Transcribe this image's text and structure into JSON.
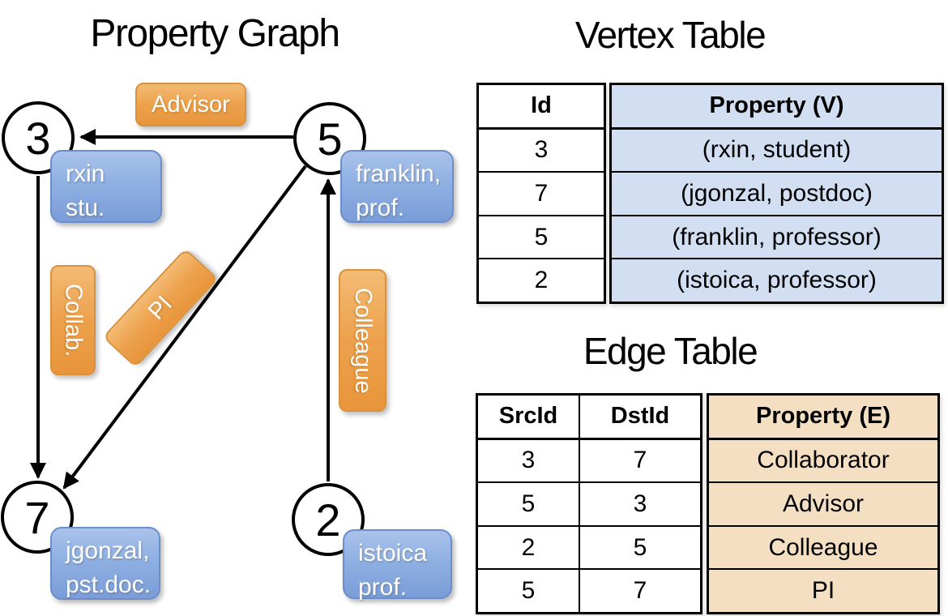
{
  "titles": {
    "graph": "Property Graph",
    "vertex_table": "Vertex Table",
    "edge_table": "Edge Table"
  },
  "graph": {
    "nodes": [
      {
        "id": "3",
        "line1": "rxin",
        "line2": "stu."
      },
      {
        "id": "5",
        "line1": "franklin,",
        "line2": "prof."
      },
      {
        "id": "7",
        "line1": "jgonzal,",
        "line2": "pst.doc."
      },
      {
        "id": "2",
        "line1": "istoica",
        "line2": "prof."
      }
    ],
    "edge_labels": {
      "advisor": "Advisor",
      "collab": "Collab.",
      "pi": "PI",
      "colleague": "Colleague"
    }
  },
  "vertex_table": {
    "headers": {
      "id": "Id",
      "property": "Property (V)"
    },
    "rows": [
      {
        "id": "3",
        "property": "(rxin, student)"
      },
      {
        "id": "7",
        "property": "(jgonzal, postdoc)"
      },
      {
        "id": "5",
        "property": "(franklin, professor)"
      },
      {
        "id": "2",
        "property": "(istoica, professor)"
      }
    ]
  },
  "edge_table": {
    "headers": {
      "src": "SrcId",
      "dst": "DstId",
      "property": "Property (E)"
    },
    "rows": [
      {
        "src": "3",
        "dst": "7",
        "property": "Collaborator"
      },
      {
        "src": "5",
        "dst": "3",
        "property": "Advisor"
      },
      {
        "src": "2",
        "dst": "5",
        "property": "Colleague"
      },
      {
        "src": "5",
        "dst": "7",
        "property": "PI"
      }
    ]
  },
  "colors": {
    "edge_label_orange": "#eda14c",
    "node_label_blue": "#8fb0e2",
    "vertex_property_fill": "#d2def1",
    "edge_property_fill": "#f5dfc2",
    "line_black": "#000000"
  }
}
